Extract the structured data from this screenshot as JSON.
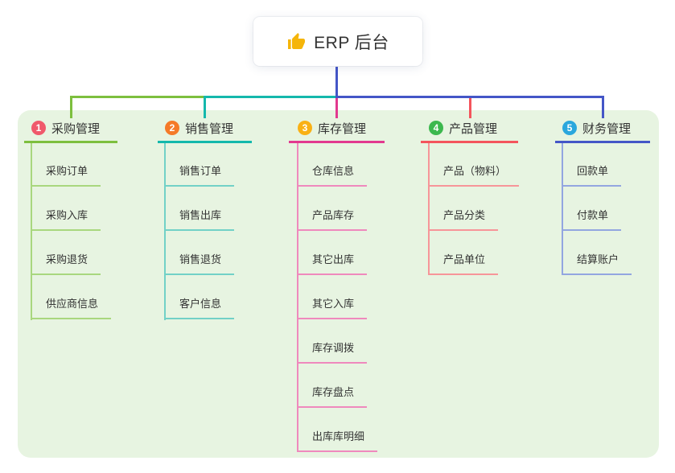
{
  "root": {
    "title": "ERP 后台",
    "icon": "thumbs-up-icon"
  },
  "colors": {
    "panel_bg": "#e7f4e1",
    "root_line": "#4456c7",
    "text": "#333333",
    "branch_lines": [
      "#7dbf3e",
      "#14b8ac",
      "#e2398f",
      "#f4545c",
      "#4456c7"
    ],
    "item_lines": [
      "#a9d77e",
      "#72d1c7",
      "#ef89bd",
      "#f79599",
      "#93a6e0"
    ],
    "badges": [
      "#f0596b",
      "#f57a28",
      "#f9b115",
      "#3cb84e",
      "#2aa7dd"
    ]
  },
  "branches": [
    {
      "number": "1",
      "label": "采购管理",
      "items": [
        "采购订单",
        "采购入库",
        "采购退货",
        "供应商信息"
      ]
    },
    {
      "number": "2",
      "label": "销售管理",
      "items": [
        "销售订单",
        "销售出库",
        "销售退货",
        "客户信息"
      ]
    },
    {
      "number": "3",
      "label": "库存管理",
      "items": [
        "仓库信息",
        "产品库存",
        "其它出库",
        "其它入库",
        "库存调拨",
        "库存盘点",
        "出库库明细"
      ]
    },
    {
      "number": "4",
      "label": "产品管理",
      "items": [
        "产品（物料）",
        "产品分类",
        "产品单位"
      ]
    },
    {
      "number": "5",
      "label": "财务管理",
      "items": [
        "回款单",
        "付款单",
        "结算账户"
      ]
    }
  ]
}
